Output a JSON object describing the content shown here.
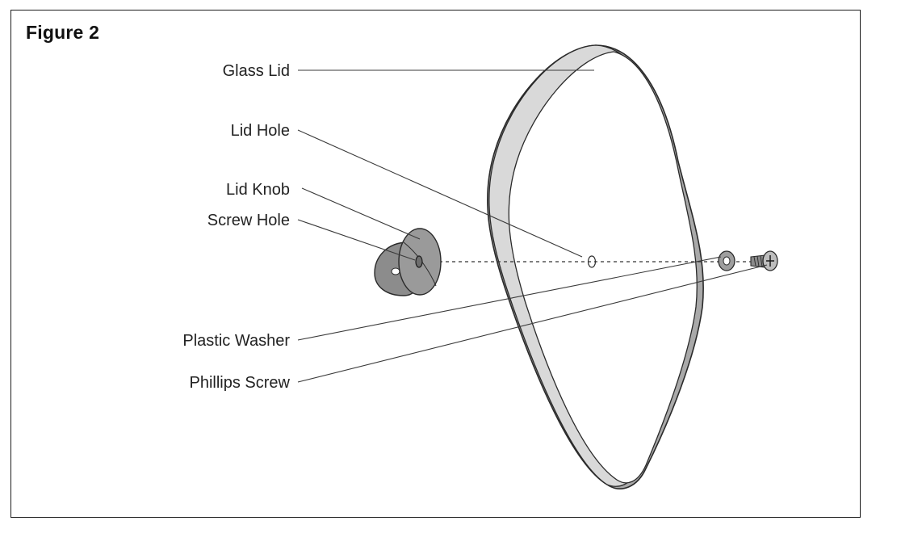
{
  "figure": {
    "title": "Figure 2"
  },
  "callouts": {
    "glass_lid": "Glass Lid",
    "lid_hole": "Lid Hole",
    "lid_knob": "Lid Knob",
    "screw_hole": "Screw Hole",
    "plastic_washer": "Plastic Washer",
    "phillips_screw": "Phillips Screw"
  },
  "colors": {
    "frame": "#1c1c1c",
    "leader_line": "#3a3a3a",
    "lid_rim_light": "#d6d6d6",
    "lid_rim_dark": "#a9a9a9",
    "knob_fill": "#8c8c8c",
    "knob_face": "#9a9a9a",
    "washer_fill": "#9e9e9e",
    "screw_fill": "#bdbdbd"
  }
}
